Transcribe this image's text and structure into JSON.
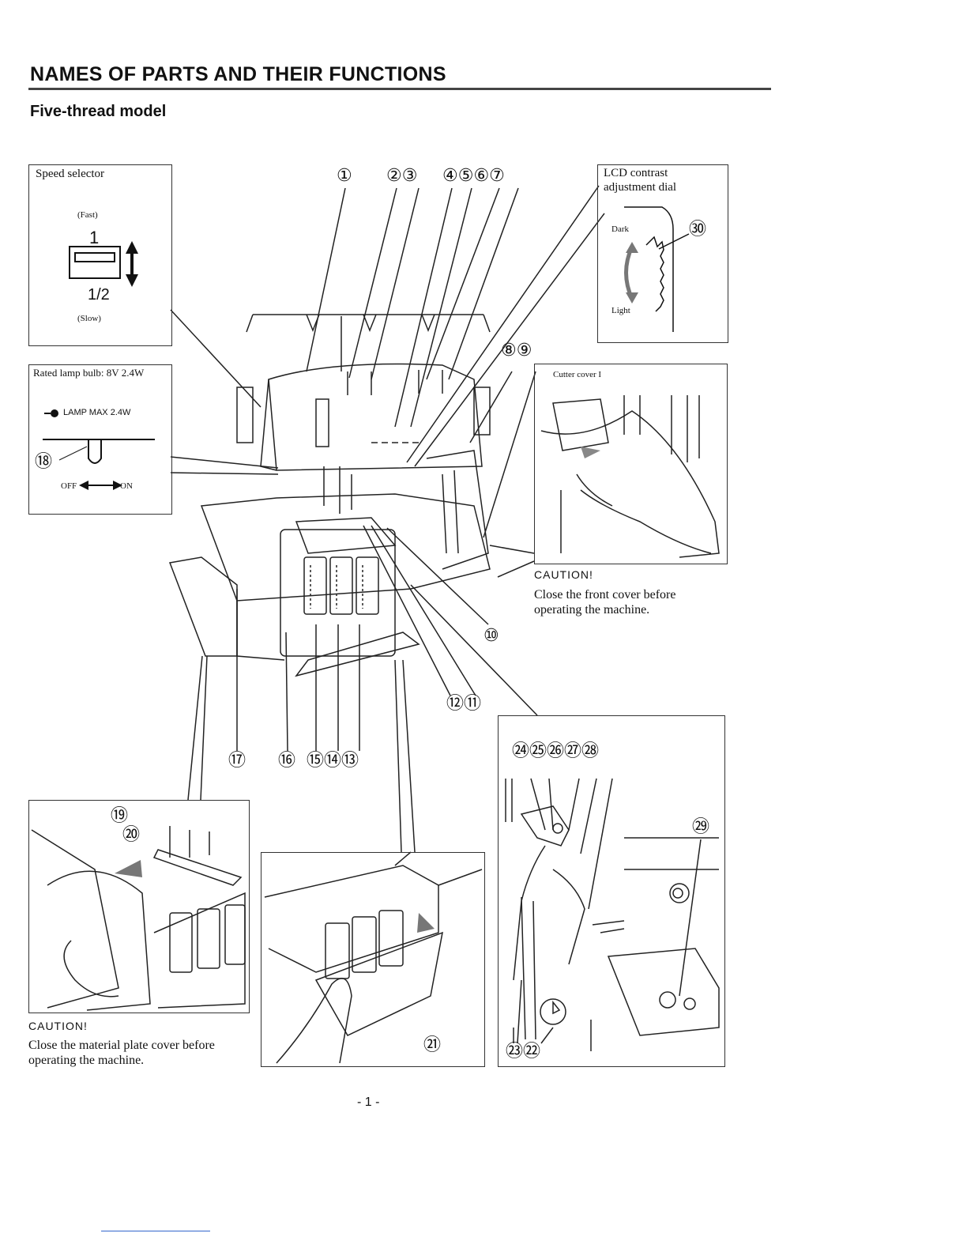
{
  "header": {
    "title": "NAMES OF PARTS AND THEIR FUNCTIONS",
    "subtitle": "Five-thread model"
  },
  "speed_selector": {
    "label": "Speed selector",
    "fast": "(Fast)",
    "fast_value": "1",
    "slow_value": "1/2",
    "slow": "(Slow)"
  },
  "lamp": {
    "rating": "Rated lamp bulb: 8V 2.4W",
    "max_label": "LAMP MAX 2.4W",
    "callout": "⑱",
    "off": "OFF",
    "on": "ON"
  },
  "lcd_dial": {
    "label_line1": "LCD contrast",
    "label_line2": "adjustment dial",
    "dark": "Dark",
    "light": "Light",
    "callout": "㉚"
  },
  "cutter_cover": {
    "label": "Cutter cover I"
  },
  "caution_front": {
    "heading": "CAUTION!",
    "text_line1": "Close the front cover before",
    "text_line2": "operating the machine."
  },
  "caution_plate": {
    "heading": "CAUTION!",
    "text_line1": "Close the material plate cover before",
    "text_line2": "operating the machine."
  },
  "callouts": {
    "c1": "①",
    "c2_3": "②③",
    "c4_7": "④⑤⑥⑦",
    "c8_9": "⑧⑨",
    "c10": "⑩",
    "c12_11": "⑫⑪",
    "c17": "⑰",
    "c16": "⑯",
    "c15_13": "⑮⑭⑬",
    "c19": "⑲",
    "c20": "⑳",
    "c21": "㉑",
    "c24_28": "㉔㉕㉖㉗㉘",
    "c29": "㉙",
    "c23_22": "㉓㉒"
  },
  "footer": {
    "page_number": "- 1 -"
  }
}
